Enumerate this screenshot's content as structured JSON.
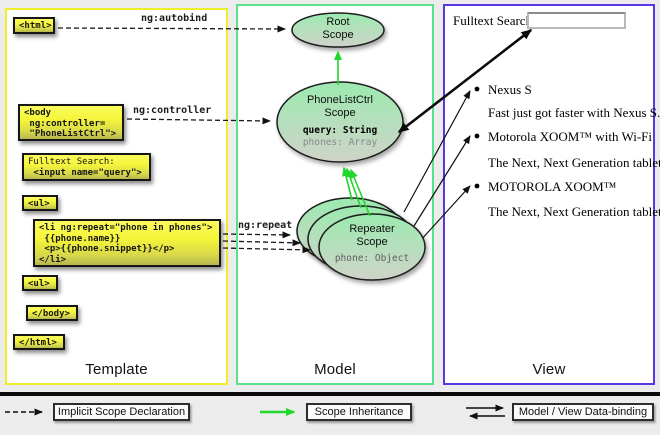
{
  "panels": {
    "template": {
      "label": "Template"
    },
    "model": {
      "label": "Model"
    },
    "view": {
      "label": "View"
    }
  },
  "template_code": {
    "html_open": "<html>",
    "body_open": [
      "<body",
      " ng:controller=",
      " \"PhoneListCtrl\">"
    ],
    "fulltext": [
      "Fulltext Search:",
      " <input name=\"query\">"
    ],
    "ul_open": "<ul>",
    "li_repeat": [
      "<li ng:repeat=\"phone in phones\">",
      " {{phone.name}}",
      " <p>{{phone.snippet}}</p>",
      "</li>"
    ],
    "ul_close": "<ul>",
    "body_close": "</body>",
    "html_close": "</html>"
  },
  "edge_labels": {
    "autobind": "ng:autobind",
    "controller": "ng:controller",
    "repeat": "ng:repeat"
  },
  "scopes": {
    "root": {
      "title": "Root",
      "subtitle": "Scope"
    },
    "phonelist": {
      "title": "PhoneListCtrl",
      "subtitle": "Scope",
      "prop1": "query: String",
      "prop2": "phones: Array"
    },
    "repeater": {
      "title": "Repeater",
      "subtitle": "Scope",
      "prop1": "phone: Object"
    }
  },
  "view": {
    "search_label": "Fulltext Search:",
    "search_value": "",
    "items": [
      {
        "name": "Nexus S",
        "snippet": "Fast just got faster with Nexus S."
      },
      {
        "name": "Motorola XOOM™ with Wi-Fi",
        "snippet": "The Next, Next Generation tablet."
      },
      {
        "name": "MOTOROLA XOOM™",
        "snippet": "The Next, Next Generation tablet."
      }
    ]
  },
  "legend": {
    "implicit": "Implicit Scope Declaration",
    "inheritance": "Scope Inheritance",
    "binding": "Model / View Data-binding"
  },
  "colors": {
    "template_border": "#f0ee2a",
    "model_border": "#5ce08e",
    "view_border": "#5b35e6",
    "scope_fill_top": "#9ceab0",
    "scope_fill_bottom": "#cfd3c8",
    "code_highlight": "#f5f53a",
    "inheritance_arrow": "#22d62b",
    "arrow_black": "#111111"
  }
}
